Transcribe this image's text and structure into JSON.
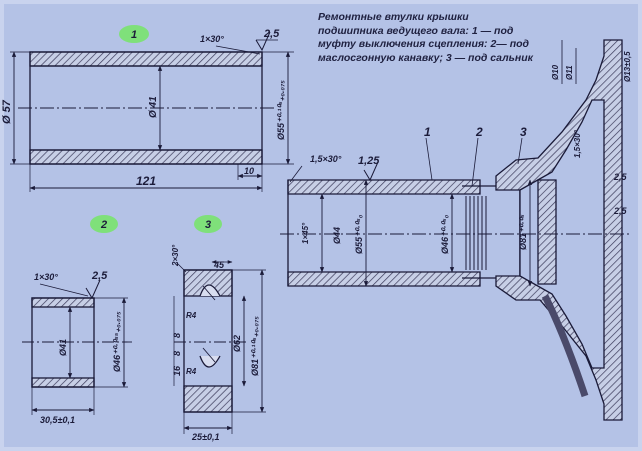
{
  "caption": {
    "line1": "Ремонтные втулки крышки",
    "line2": "подшипника ведущего вала: 1 — под",
    "line3": "муфту выключения сцепления: 2— под",
    "line4": "маслосгонную канавку; 3 — под сальник"
  },
  "part1": {
    "badge": "1",
    "chamfer": "1×30°",
    "roughness": "2,5",
    "od_left": "Ø 57",
    "id_center": "Ø 41",
    "od_right": "Ø55⁺⁰·¹⁰⁶₊₀.₀₇₅",
    "length": "121",
    "end_len": "10"
  },
  "part2": {
    "badge": "2",
    "chamfer": "1×30°",
    "roughness": "2,5",
    "id": "Ø41",
    "od": "Ø46⁺⁰·⁰⁸⁵₊₀.₀₇₅",
    "length": "30,5±0,1"
  },
  "part3": {
    "badge": "3",
    "chamfer": "2×30°",
    "bevel": "45",
    "r_top": "R4",
    "r_bottom": "R4",
    "dim_8a": "8",
    "dim_8b": "8",
    "dim_16": "16",
    "id": "Ø62",
    "od": "Ø81⁺⁰·¹⁰⁶₊₀.₀₇₅",
    "length": "25±0,1"
  },
  "assembly": {
    "chamfer": "1,5×30°",
    "roughness": "1,25",
    "callout1": "1",
    "callout2": "2",
    "callout3": "3",
    "inner_chamfer": "1×45°",
    "d44": "Ø44",
    "d55": "Ø55⁺⁰·⁰⁸₀",
    "d46": "Ø46⁺⁰·⁰⁵₀",
    "d81": "Ø81⁺⁰·⁰⁵",
    "d10": "Ø10",
    "d11": "Ø11",
    "d13": "Ø13±0,5",
    "flange": "1,5×30°",
    "r2a": "2,5",
    "r2b": "2,5"
  },
  "colors": {
    "line": "#1a1a38",
    "hatch": "#5a5a78",
    "badge": "#7fe07a",
    "background": "#b4c2e6"
  }
}
